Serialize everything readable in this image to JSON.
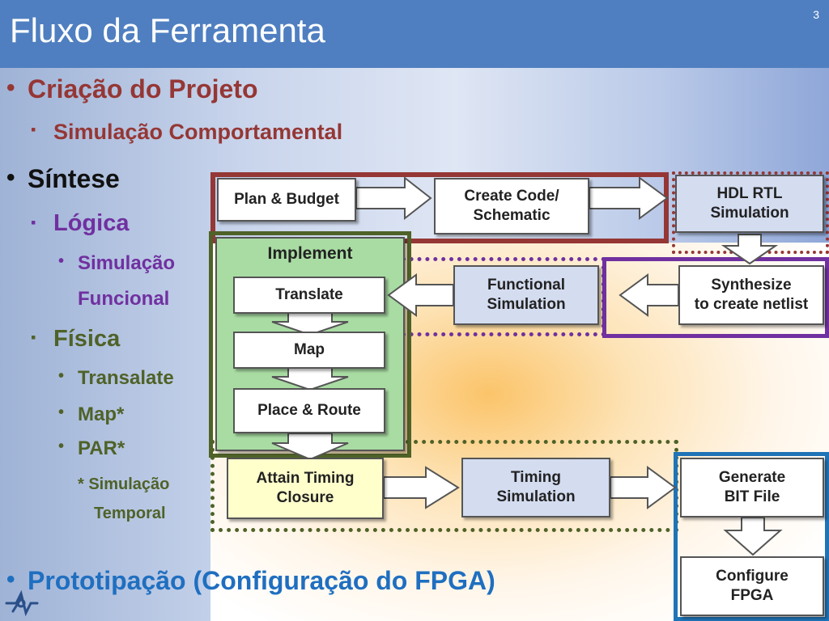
{
  "slide": {
    "title": "Fluxo da Ferramenta",
    "page_number": "3"
  },
  "bullets": {
    "criacao": "Criação do Projeto",
    "simul_comportamental": "Simulação Comportamental",
    "sintese": "Síntese",
    "logica": "Lógica",
    "simul_funcional_1": "Simulação",
    "simul_funcional_2": "Funcional",
    "fisica": "Física",
    "translate": "Transalate",
    "map": "Map*",
    "par": "PAR*",
    "note_1": "* Simulação",
    "note_2": "Temporal",
    "prototipacao": "Prototipação (Configuração do FPGA)"
  },
  "diagram": {
    "plan_budget": "Plan & Budget",
    "create_code_1": "Create Code/",
    "create_code_2": "Schematic",
    "hdl_rtl_1": "HDL RTL",
    "hdl_rtl_2": "Simulation",
    "implement": "Implement",
    "translate": "Translate",
    "map": "Map",
    "place_route": "Place & Route",
    "functional_1": "Functional",
    "functional_2": "Simulation",
    "synth_1": "Synthesize",
    "synth_2": "to create netlist",
    "attain_1": "Attain Timing",
    "attain_2": "Closure",
    "timing_1": "Timing",
    "timing_2": "Simulation",
    "generate_1": "Generate",
    "generate_2": "BIT File",
    "configure_1": "Configure",
    "configure_2": "FPGA"
  },
  "colors": {
    "title_bar": "#4f7fc0",
    "dark_red": "#953735",
    "purple": "#7030a0",
    "olive_green": "#4f6228",
    "green_text": "#4f6228",
    "blue_text": "#1f6fc0",
    "frame_blue": "#1f73b7",
    "implement_fill": "#a9dca3",
    "light_blue_box": "#d4dcf0",
    "light_yellow_box": "#ffffcc"
  }
}
